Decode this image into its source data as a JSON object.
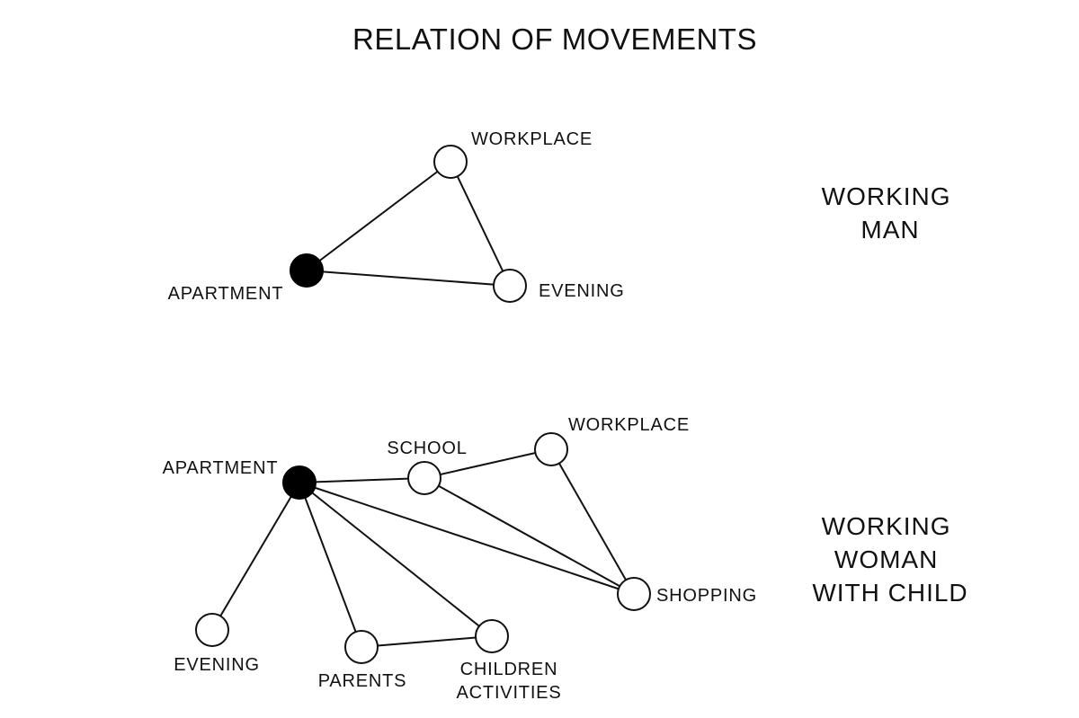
{
  "title": "RELATION OF MOVEMENTS",
  "groups": {
    "man": {
      "label_lines": [
        "WORKING",
        "MAN"
      ],
      "nodes": {
        "apartment": {
          "label_lines": [
            "APARTMENT"
          ],
          "home": true
        },
        "workplace": {
          "label_lines": [
            "WORKPLACE"
          ],
          "home": false
        },
        "evening": {
          "label_lines": [
            "EVENING"
          ],
          "home": false
        }
      },
      "edges": [
        [
          "apartment",
          "workplace"
        ],
        [
          "workplace",
          "evening"
        ],
        [
          "evening",
          "apartment"
        ]
      ]
    },
    "woman": {
      "label_lines": [
        "WORKING",
        "WOMAN",
        "WITH CHILD"
      ],
      "nodes": {
        "apartment": {
          "label_lines": [
            "APARTMENT"
          ],
          "home": true
        },
        "school": {
          "label_lines": [
            "SCHOOL"
          ],
          "home": false
        },
        "workplace": {
          "label_lines": [
            "WORKPLACE"
          ],
          "home": false
        },
        "shopping": {
          "label_lines": [
            "SHOPPING"
          ],
          "home": false
        },
        "evening": {
          "label_lines": [
            "EVENING"
          ],
          "home": false
        },
        "parents": {
          "label_lines": [
            "PARENTS"
          ],
          "home": false
        },
        "children": {
          "label_lines": [
            "CHILDREN",
            "ACTIVITIES"
          ],
          "home": false
        }
      },
      "edges": [
        [
          "apartment",
          "school"
        ],
        [
          "school",
          "workplace"
        ],
        [
          "workplace",
          "shopping"
        ],
        [
          "school",
          "shopping"
        ],
        [
          "apartment",
          "shopping"
        ],
        [
          "apartment",
          "evening"
        ],
        [
          "apartment",
          "parents"
        ],
        [
          "apartment",
          "children"
        ],
        [
          "parents",
          "children"
        ]
      ]
    }
  }
}
